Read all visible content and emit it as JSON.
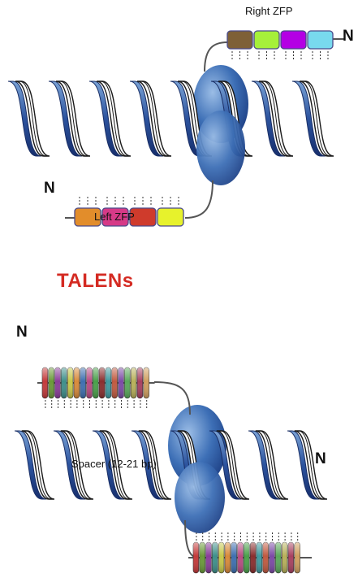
{
  "zfn": {
    "right_label": "Right ZFP",
    "left_label": "Left ZFP",
    "n_right": "N",
    "n_left": "N",
    "right_fingers": [
      "#7e6037",
      "#a6f03a",
      "#b400e4",
      "#78d9ee"
    ],
    "left_fingers": [
      "#e28d2b",
      "#d63a87",
      "#cf3b2c",
      "#e7f22c"
    ]
  },
  "talens": {
    "title": "TALENs",
    "n_left": "N",
    "n_right": "N",
    "spacer_label": "Spacer (12-21 bp)",
    "repeat_colors": [
      "#c33a3a",
      "#6a9a38",
      "#8a3d9a",
      "#3e8f8a",
      "#c6c84a",
      "#d88a3a",
      "#3e6fb0",
      "#b84a82",
      "#4aa04a",
      "#8a2e2e",
      "#3f9aa0",
      "#c05a40",
      "#7c4aa6",
      "#5aa85a",
      "#b8b05a",
      "#a84060",
      "#d0a060"
    ]
  },
  "colors": {
    "helix_dark": "#203f8e",
    "helix_light": "#ffffff",
    "nuclease": "#2f5da5",
    "title_red": "#d42a22"
  }
}
